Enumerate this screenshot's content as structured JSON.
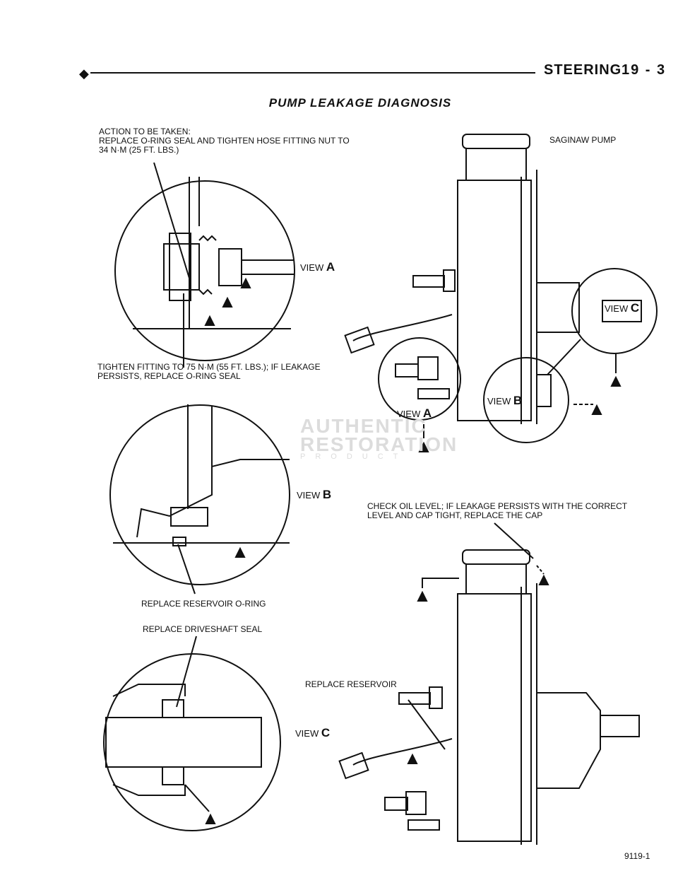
{
  "header": {
    "section_title": "STEERING",
    "page_number": "19 - 3"
  },
  "page_title": "PUMP LEAKAGE DIAGNOSIS",
  "labels": {
    "action_line1": "ACTION TO BE TAKEN:",
    "action_line2": "REPLACE O-RING SEAL AND TIGHTEN HOSE FITTING NUT TO",
    "action_line3": "34 N·m (25 FT. LBS.)",
    "tighten_line1": "TIGHTEN FITTING TO 75 N·m (55 FT. LBS.); IF LEAKAGE",
    "tighten_line2": "PERSISTS, REPLACE O-RING SEAL",
    "saginaw_pump": "SAGINAW PUMP",
    "check_line1": "CHECK OIL LEVEL; IF LEAKAGE PERSISTS WITH THE CORRECT",
    "check_line2": "LEVEL AND CAP TIGHT, REPLACE THE CAP",
    "replace_reservoir_oring": "REPLACE RESERVOIR O-RING",
    "replace_driveshaft_seal": "REPLACE DRIVESHAFT SEAL",
    "replace_reservoir": "REPLACE RESERVOIR"
  },
  "views": {
    "view_word": "VIEW",
    "a": "A",
    "b": "B",
    "c": "C"
  },
  "watermark": {
    "line1": "AUTHENTIC",
    "line2": "RESTORATION",
    "line3": "PRODUCT"
  },
  "figure_number": "9119-1"
}
